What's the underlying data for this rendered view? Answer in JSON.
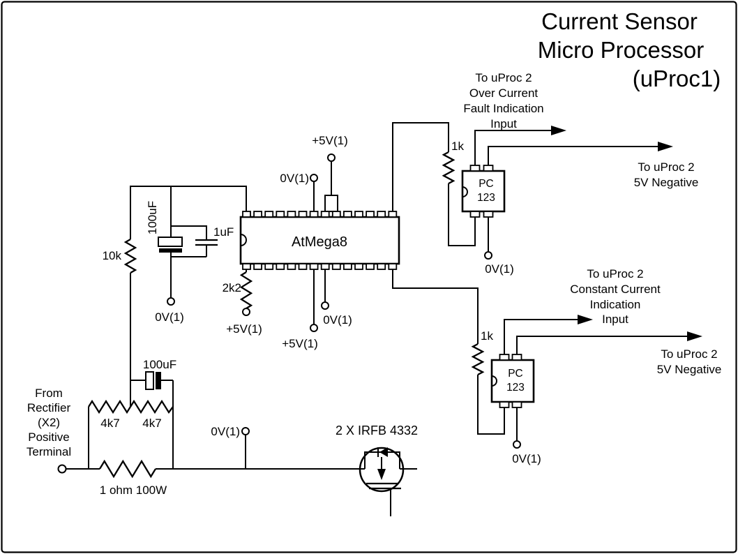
{
  "title": {
    "line1": "Current Sensor",
    "line2": "Micro Processor",
    "line3": "(uProc1)"
  },
  "ics": {
    "mcu": "AtMega8",
    "opto1": {
      "line1": "PC",
      "line2": "123"
    },
    "opto2": {
      "line1": "PC",
      "line2": "123"
    }
  },
  "resistors": {
    "r10k": "10k",
    "r2k2": "2k2",
    "r1k_opto1": "1k",
    "r1k_opto2": "1k",
    "r4k7_left": "4k7",
    "r4k7_right": "4k7",
    "r_shunt": "1 ohm 100W"
  },
  "capacitors": {
    "c100uF_filter": "100uF",
    "c1uF": "1uF",
    "c100uF_divider": "100uF"
  },
  "mosfet_label": "2 X IRFB 4332",
  "terminals": {
    "plus5_top": "+5V(1)",
    "zero_top": "0V(1)",
    "zero_filter": "0V(1)",
    "plus5_2k2": "+5V(1)",
    "plus5_mcu": "+5V(1)",
    "zero_mcu": "0V(1)",
    "zero_opto1": "0V(1)",
    "zero_opto2": "0V(1)",
    "zero_shunt": "0V(1)"
  },
  "annotations": {
    "fault": {
      "line1": "To uProc 2",
      "line2": "Over Current",
      "line3": "Fault Indication",
      "line4": "Input"
    },
    "neg1": {
      "line1": "To uProc 2",
      "line2": "5V Negative"
    },
    "constant": {
      "line1": "To uProc 2",
      "line2": "Constant Current",
      "line3": "Indication",
      "line4": "Input"
    },
    "neg2": {
      "line1": "To uProc 2",
      "line2": "5V Negative"
    },
    "source": {
      "line1": "From",
      "line2": "Rectifier",
      "line3": "(X2)",
      "line4": "Positive",
      "line5": "Terminal"
    }
  },
  "colors": {
    "ink": "#000000",
    "background": "#ffffff"
  }
}
